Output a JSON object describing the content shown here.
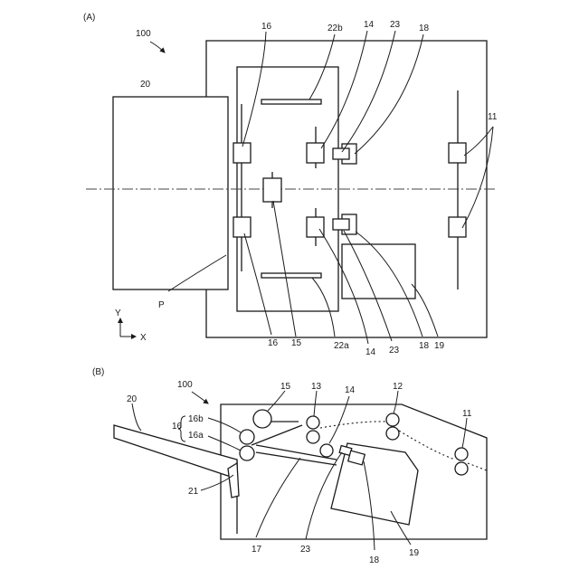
{
  "figure_a": {
    "panel_label": "(A)",
    "ref_device": "100",
    "axis_y": "Y",
    "axis_x": "X",
    "labels": {
      "l16_top": "16",
      "l22b": "22b",
      "l14_top": "14",
      "l23_top": "23",
      "l18_top": "18",
      "l20": "20",
      "l11": "11",
      "lP": "P",
      "l16_bottom": "16",
      "l15": "15",
      "l22a": "22a",
      "l14_bottom": "14",
      "l23_bottom": "23",
      "l18_bottom": "18",
      "l19": "19"
    }
  },
  "figure_b": {
    "panel_label": "(B)",
    "ref_device": "100",
    "labels": {
      "l15": "15",
      "l13": "13",
      "l14": "14",
      "l12": "12",
      "l11": "11",
      "l20": "20",
      "l16": "16",
      "l16b": "16b",
      "l16a": "16a",
      "l21": "21",
      "l17": "17",
      "l23": "23",
      "l18": "18",
      "l19": "19"
    }
  }
}
